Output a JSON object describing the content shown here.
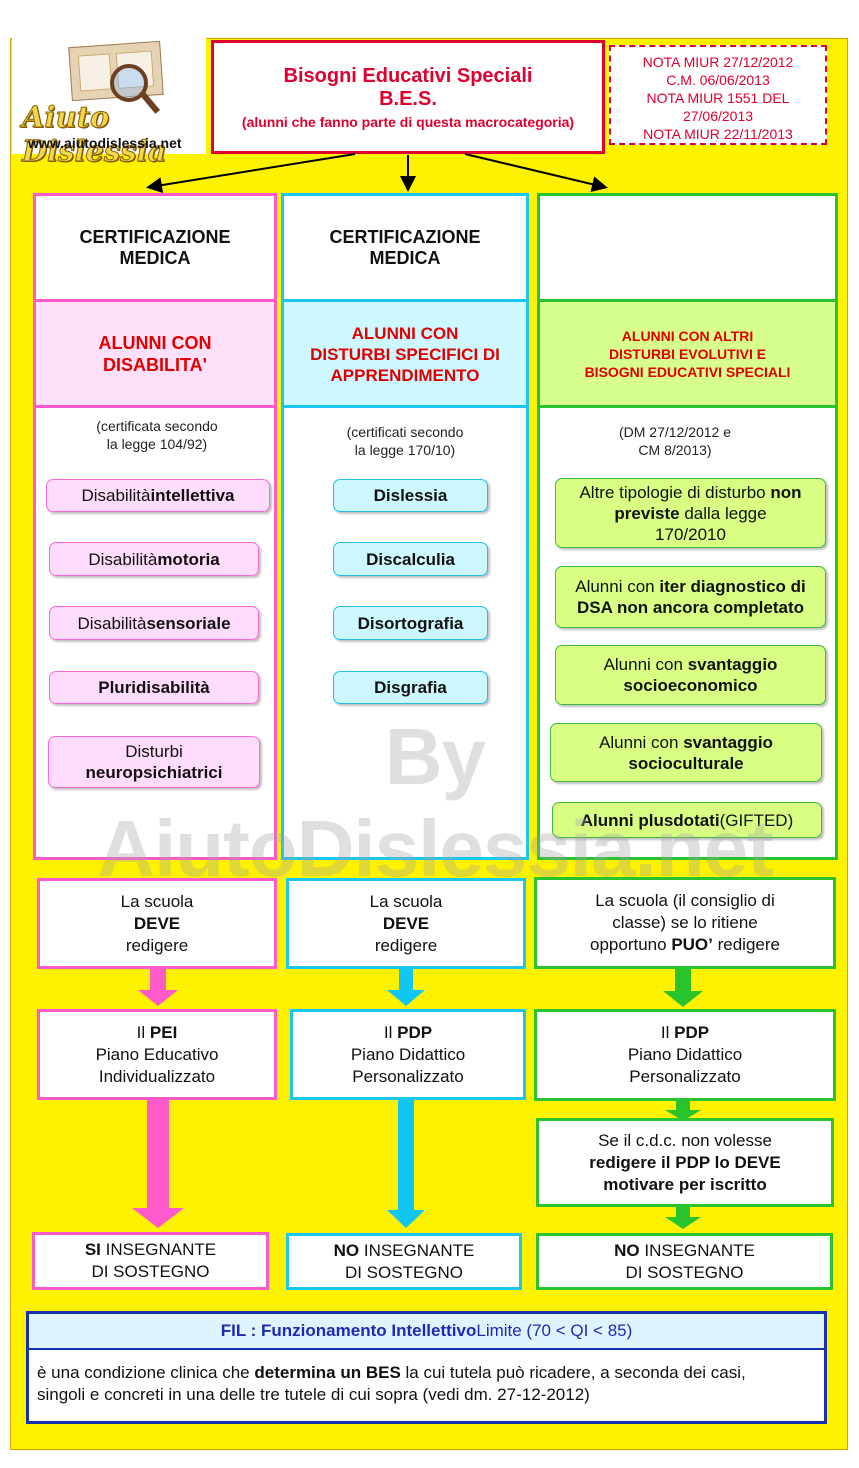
{
  "logo": {
    "brand": "Aiuto Dislessia",
    "url": "www.aiutodislessia.net"
  },
  "header": {
    "title_line1": "Bisogni Educativi Speciali",
    "title_line2": "B.E.S.",
    "subtitle": "(alunni che fanno parte di questa macrocategoria)",
    "notes": [
      "NOTA MIUR 27/12/2012",
      "C.M. 06/06/2013",
      "NOTA MIUR 1551 DEL",
      "27/06/2013",
      "NOTA MIUR 22/11/2013"
    ]
  },
  "columns": {
    "left": {
      "header_line1": "CERTIFICAZIONE",
      "header_line2": "MEDICA",
      "title_line1": "ALUNNI CON",
      "title_line2": "DISABILITA'",
      "note_line1": "(certificata secondo",
      "note_line2": "la legge 104/92)",
      "items": [
        {
          "normal": "Disabilità ",
          "bold": "intellettiva"
        },
        {
          "normal": "Disabilità ",
          "bold": "motoria"
        },
        {
          "normal": "Disabilità ",
          "bold": "sensoriale"
        },
        {
          "normal": "",
          "bold": "Pluridisabilità"
        },
        {
          "normal": "Disturbi",
          "bold": "neuropsichiatrici"
        }
      ]
    },
    "middle": {
      "header_line1": "CERTIFICAZIONE",
      "header_line2": "MEDICA",
      "title_line1": "ALUNNI CON",
      "title_line2": "DISTURBI SPECIFICI DI",
      "title_line3": "APPRENDIMENTO",
      "note_line1": "(certificati secondo",
      "note_line2": "la legge 170/10)",
      "items": [
        "Dislessia",
        "Discalculia",
        "Disortografia",
        "Disgrafia"
      ]
    },
    "right": {
      "title_line1": "ALUNNI CON ALTRI",
      "title_line2": "DISTURBI EVOLUTIVI E",
      "title_line3": "BISOGNI EDUCATIVI SPECIALI",
      "note_line1": "(DM 27/12/2012 e",
      "note_line2": "CM 8/2013)",
      "items": [
        {
          "a": "Altre tipologie di disturbo ",
          "b": "non",
          "c": "previste",
          "d": " dalla legge",
          "e": "170/2010"
        },
        {
          "a": "Alunni con ",
          "b": "iter diagnostico di",
          "c": "DSA non ancora completato"
        },
        {
          "a": "Alunni con ",
          "b": "svantaggio",
          "c": "socioeconomico"
        },
        {
          "a": "Alunni con ",
          "b": "svantaggio",
          "c": "socioculturale"
        },
        {
          "a": "Alunni plusdotati",
          "b": " (GIFTED)"
        }
      ]
    }
  },
  "lower": {
    "left_duty": {
      "line1": "La scuola",
      "line2": "DEVE",
      "line3": "redigere"
    },
    "middle_duty": {
      "line1": "La scuola",
      "line2": "DEVE",
      "line3": "redigere"
    },
    "right_duty": {
      "line1": "La scuola (il consiglio di",
      "line2": "classe) se lo ritiene",
      "line3a": "opportuno  ",
      "line3b": "PUO’",
      "line3c": " redigere"
    },
    "left_plan": {
      "line1a": "Il ",
      "line1b": "PEI",
      "line2": "Piano Educativo",
      "line3": "Individualizzato"
    },
    "middle_plan": {
      "line1a": "Il ",
      "line1b": "PDP",
      "line2": "Piano Didattico",
      "line3": "Personalizzato"
    },
    "right_plan": {
      "line1a": "Il ",
      "line1b": "PDP",
      "line2": "Piano Didattico",
      "line3": "Personalizzato"
    },
    "right_extra": {
      "line1": "Se il c.d.c. non volesse",
      "line2a": "redigere il PDP lo ",
      "line2b": "DEVE",
      "line3": "motivare per iscritto"
    },
    "left_support": {
      "line1a": "SI",
      "line1b": " INSEGNANTE",
      "line2": "DI SOSTEGNO"
    },
    "middle_support": {
      "line1a": "NO",
      "line1b": " INSEGNANTE",
      "line2": "DI SOSTEGNO"
    },
    "right_support": {
      "line1a": "NO",
      "line1b": " INSEGNANTE",
      "line2": "DI SOSTEGNO"
    }
  },
  "fil": {
    "head_bold": "FIL : Funzionamento Intellettivo",
    "head_normal": " Limite (70 < QI < 85)",
    "body_a": "è una condizione clinica che ",
    "body_b": "determina un BES",
    "body_c": " la cui tutela può ricadere, a seconda dei casi,",
    "body_d": "singoli e concreti in una delle tre tutele di cui sopra (vedi dm. 27-12-2012)"
  },
  "watermark": "By AiutoDislessia.net",
  "colors": {
    "background": "#fff200",
    "pink": "#ff5acb",
    "cyan": "#1cc6f2",
    "green": "#29c42d",
    "red": "#e0002d",
    "blue": "#1630b5"
  }
}
